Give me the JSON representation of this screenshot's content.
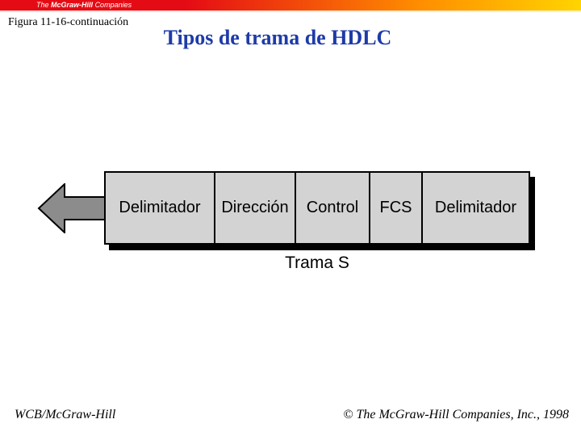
{
  "colors": {
    "bar_red": "#e50b14",
    "bar_orange": "#ff8d00",
    "bar_yellow": "#ffd400",
    "title_blue": "#1e3ba8",
    "cell_gray": "#d3d3d3",
    "arrow_gray": "#8c8c8c"
  },
  "brand_bar": {
    "logo_the": "The",
    "logo_mcgraw": "McGraw-Hill",
    "logo_companies": "Companies"
  },
  "header": {
    "figure_label": "Figura 11-16-continuación",
    "title": "Tipos de trama de HDLC"
  },
  "diagram": {
    "arrow_direction": "left",
    "cells": [
      {
        "label": "Delimitador"
      },
      {
        "label": "Dirección"
      },
      {
        "label": "Control"
      },
      {
        "label": "FCS"
      },
      {
        "label": "Delimitador"
      }
    ],
    "caption": "Trama S"
  },
  "footer": {
    "left": "WCB/McGraw-Hill",
    "right": "© The McGraw-Hill Companies, Inc., 1998"
  }
}
